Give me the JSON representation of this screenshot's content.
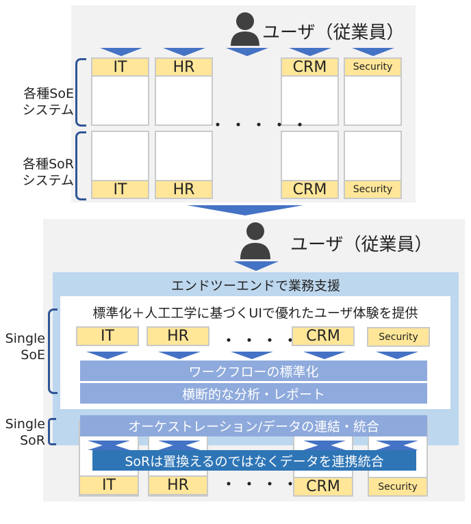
{
  "top": {
    "user_label": "ユーザ（従業員）",
    "soe_label": "各種SoE\nシステム",
    "sor_label": "各種SoR\nシステム",
    "dots": "・・・・・",
    "soe_tags": [
      "IT",
      "HR",
      "CRM",
      "Security"
    ],
    "sor_tags": [
      "IT",
      "HR",
      "CRM",
      "Security"
    ]
  },
  "bottom": {
    "user_label": "ユーザ（従業員）",
    "e2e_title": "エンドツーエンドで業務支援",
    "ux_title": "標準化＋人工工学に基づくUIで優れたユーザ体験を提供",
    "soe_tags": [
      "IT",
      "HR",
      "CRM",
      "Security"
    ],
    "soe_dots": "・・・・・",
    "workflow_bar": "ワークフローの標準化",
    "analysis_bar": "横断的な分析・レポート",
    "orchestration_bar": "オーケストレーション/データの連結・統合",
    "sor_integration_bar": "SoRは置換えるのではなくデータを連携統合",
    "sor_dots": "・・・・・",
    "sor_tags": [
      "IT",
      "HR",
      "CRM",
      "Security"
    ],
    "single_soe_label": "Single\nSoE",
    "single_sor_label": "Single\nSoR"
  },
  "colors": {
    "panel": "#f2f2f2",
    "tag_fill": "#ffe699",
    "tag_border": "#c9c9c9",
    "arrow": "#4472c4",
    "bracket": "#2f5597",
    "e2e_panel": "#bdd7ee",
    "std_bar": "#8faadc",
    "orch_bar": "#8ea9db",
    "integration_bar": "#2e75b6",
    "person": "#404040"
  }
}
